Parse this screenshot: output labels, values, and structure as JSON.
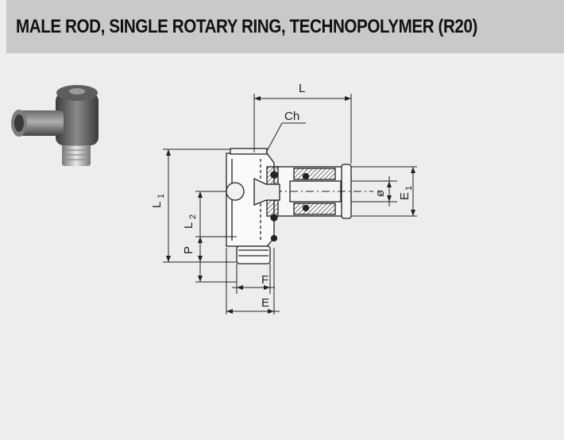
{
  "header": {
    "title": "MALE ROD, SINGLE ROTARY RING, TECHNOPOLYMER (R20)"
  },
  "diagram": {
    "labels": {
      "L": "L",
      "Ch": "Ch",
      "L1": "L",
      "L1_sub": "1",
      "L2": "L",
      "L2_sub": "2",
      "P": "P",
      "F": "F",
      "E": "E",
      "dia": "ø",
      "E1": "E",
      "E1_sub": "1"
    }
  },
  "colors": {
    "header_bg": "#c9c9c9",
    "page_bg": "#ededed",
    "line": "#222222"
  }
}
